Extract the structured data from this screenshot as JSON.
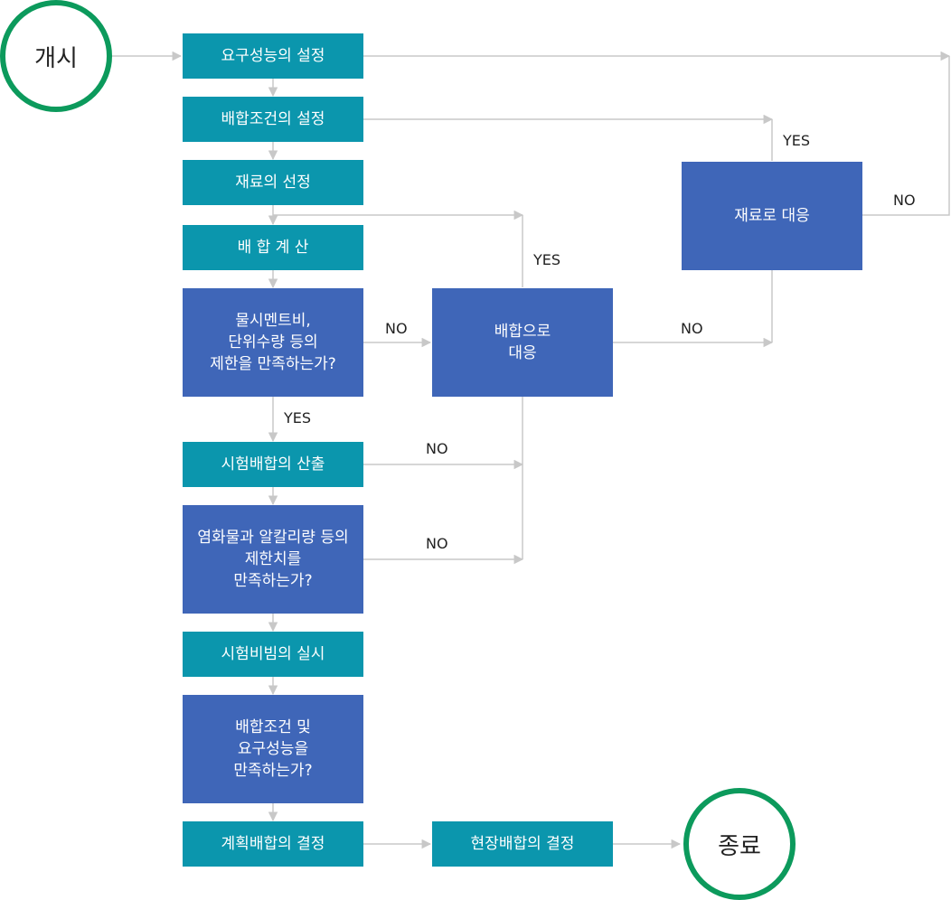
{
  "nodes": {
    "start": "개시",
    "end": "종료",
    "n1": "요구성능의 설정",
    "n2": "배합조건의 설정",
    "n3": "재료의 선정",
    "n4": "배 합 계 산",
    "n5": "물시멘트비,\n단위수량 등의\n제한을 만족하는가?",
    "n6": "시험배합의 산출",
    "n7": "염화물과 알칼리량 등의\n제한치를\n만족하는가?",
    "n8": "시험비빔의 실시",
    "n9": "배합조건 및\n요구성능을\n만족하는가?",
    "n10": "계획배합의 결정",
    "n11": "현장배합의 결정",
    "m1": "배합으로\n대응",
    "m2": "재료로 대응"
  },
  "labels": {
    "yes_m1": "YES",
    "yes_m2": "YES",
    "yes_main": "YES",
    "no_n5": "NO",
    "no_m1": "NO",
    "no_m2": "NO",
    "no_n6": "NO",
    "no_n7": "NO"
  },
  "colors": {
    "process": "#0b96ad",
    "decision": "#3f66b8",
    "terminal": "#0c9a5c",
    "connector": "#c8c8c8"
  }
}
